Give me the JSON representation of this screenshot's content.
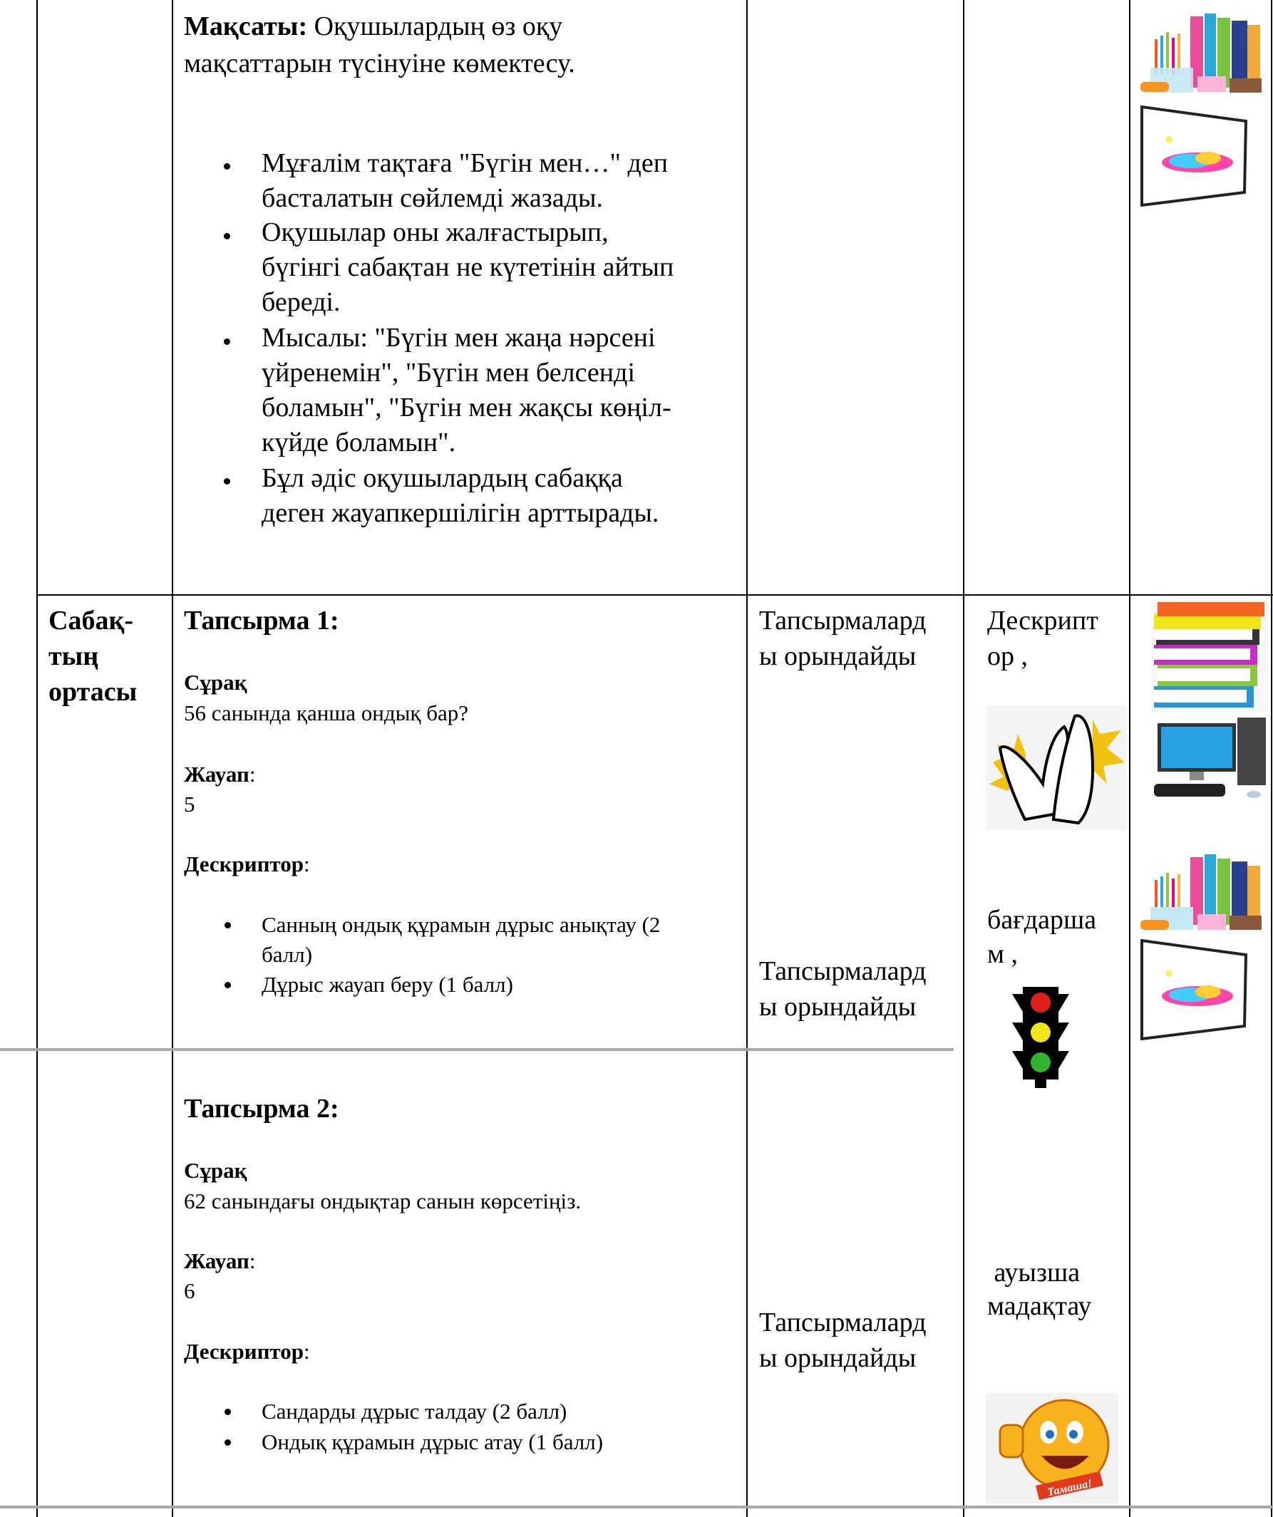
{
  "row1": {
    "goal_label": "Мақсаты:",
    "goal_line1": " Оқушылардың өз оқу",
    "goal_line2": "мақсаттарын түсінуіне көмектесу.",
    "bullets": [
      [
        "Мұғалім тақтаға \"Бүгін мен…\" деп",
        "басталатын сөйлемді жазады."
      ],
      [
        "Оқушылар оны жалғастырып,",
        "бүгінгі сабақтан не күтетінін айтып",
        "береді."
      ],
      [
        "Мысалы: \"Бүгін мен жаңа нәрсені",
        "үйренемін\", \"Бүгін мен белсенді",
        "боламын\", \"Бүгін мен жақсы көңіл-",
        "күйде боламын\"."
      ],
      [
        "Бұл әдіс оқушылардың сабаққа",
        "деген жауапкершілігін арттырады."
      ]
    ],
    "resources": [
      "stationery-image",
      "whiteboard-image"
    ]
  },
  "row2": {
    "stage": [
      "Сабақ-",
      "тың",
      "ортасы"
    ],
    "tasks": [
      {
        "title": "Тапсырма 1:",
        "question_label": "Сұрақ",
        "question": "56 санында қанша ондық бар?",
        "answer_label": "Жауап",
        "answer": "5",
        "descriptor_label": "Дескриптор",
        "colon": ":",
        "bullets": [
          [
            "Санның ондық құрамын дұрыс анықтау (2",
            "балл)"
          ],
          [
            "Дұрыс жауап беру (1 балл)"
          ]
        ]
      },
      {
        "title": "Тапсырма 2:",
        "question_label": "Сұрақ",
        "question": "62 санындағы ондықтар санын көрсетіңіз.",
        "answer_label": "Жауап",
        "answer": "6",
        "descriptor_label": "Дескриптор",
        "colon": ":",
        "bullets": [
          [
            "Сандарды дұрыс талдау (2 балл)"
          ],
          [
            "Ондық құрамын дұрыс атау (1 балл)"
          ]
        ]
      }
    ],
    "student_actions": [
      [
        "Тапсырмалард",
        "ы  орындайды"
      ],
      [
        "Тапсырмалард",
        "ы  орындайды"
      ],
      [
        "Тапсырмалард",
        "ы  орындайды"
      ]
    ],
    "assessment": [
      [
        "Дескрипт",
        "ор  ,"
      ],
      [
        "бағдарша",
        "м  ,"
      ],
      [
        " ауызша",
        "мадақтау"
      ]
    ],
    "assessment_images": [
      "clapping-hands-image",
      "traffic-light-image",
      "smiley-thumbs-up-image"
    ],
    "smiley_caption": "Тамаша!",
    "resources": [
      "books-image",
      "computer-image",
      "stationery-image",
      "whiteboard-image"
    ]
  }
}
